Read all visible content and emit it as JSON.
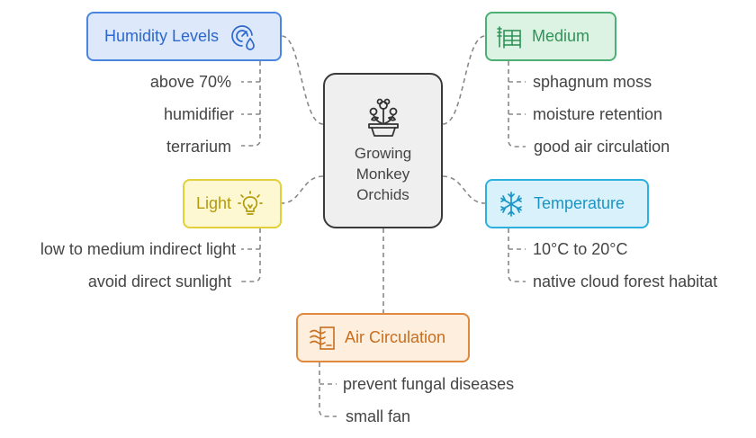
{
  "center": {
    "lines": [
      "Growing",
      "Monkey",
      "Orchids"
    ],
    "icon": "flower-pot-icon"
  },
  "humidity": {
    "label": "Humidity Levels",
    "icon": "gauge-droplet-icon",
    "color": "#4a86e0",
    "items": [
      "above 70%",
      "humidifier",
      "terrarium"
    ]
  },
  "medium": {
    "label": "Medium",
    "icon": "potting-bench-icon",
    "color": "#4caf73",
    "items": [
      "sphagnum moss",
      "moisture retention",
      "good air circulation"
    ]
  },
  "light": {
    "label": "Light",
    "icon": "lightbulb-icon",
    "color": "#e2cf39",
    "items": [
      "low to medium indirect light",
      "avoid direct sunlight"
    ]
  },
  "temperature": {
    "label": "Temperature",
    "icon": "snowflake-icon",
    "color": "#2cb0dd",
    "items": [
      "10°C to 20°C",
      "native cloud forest habitat"
    ]
  },
  "air": {
    "label": "Air Circulation",
    "icon": "wind-icon",
    "color": "#e0883e",
    "items": [
      "prevent fungal diseases",
      "small fan"
    ]
  }
}
